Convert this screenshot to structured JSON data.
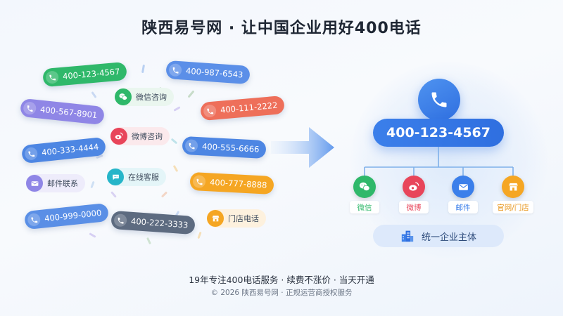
{
  "title": "陕西易号网 · 让中国企业用好400电话",
  "scattered_numbers": [
    {
      "text": "400-123-4567",
      "color": "#2fb86a"
    },
    {
      "text": "400-987-6543",
      "color": "#5b8fe8"
    },
    {
      "text": "400-567-8901",
      "color": "#8f86e6"
    },
    {
      "text": "400-111-2222",
      "color": "#ee6f5a"
    },
    {
      "text": "400-333-4444",
      "color": "#4d86e3"
    },
    {
      "text": "400-555-6666",
      "color": "#4d86e3"
    },
    {
      "text": "400-777-8888",
      "color": "#f5a623"
    },
    {
      "text": "400-999-0000",
      "color": "#5a8fe6"
    },
    {
      "text": "400-222-3333",
      "color": "#5d6b80"
    }
  ],
  "scattered_channels": [
    {
      "text": "微信咨询",
      "icon": "wechat-icon",
      "color": "#2fb86a"
    },
    {
      "text": "微博咨询",
      "icon": "weibo-icon",
      "color": "#e8455a"
    },
    {
      "text": "在线客服",
      "icon": "chat-icon",
      "color": "#26b5c9"
    },
    {
      "text": "邮件联系",
      "icon": "mail-icon",
      "color": "#8f86e6"
    },
    {
      "text": "门店电话",
      "icon": "store-icon",
      "color": "#f5a623"
    }
  ],
  "unified_number": "400-123-4567",
  "channels": [
    {
      "label": "微信",
      "icon": "wechat-icon",
      "color": "#2fb86a"
    },
    {
      "label": "微博",
      "icon": "weibo-icon",
      "color": "#e8455a"
    },
    {
      "label": "邮件",
      "icon": "mail-icon",
      "color": "#3b7fea"
    },
    {
      "label": "官网/门店",
      "icon": "store-icon",
      "color": "#f5a623"
    }
  ],
  "unify_label": "统一企业主体",
  "footer": {
    "tagline": "19年专注400电话服务 · 续费不涨价 · 当天开通",
    "copyright": "© 2026 陕西易号网 · 正规运营商授权服务"
  },
  "colors": {
    "accent": "#2f6fe0",
    "title": "#1e2633"
  }
}
